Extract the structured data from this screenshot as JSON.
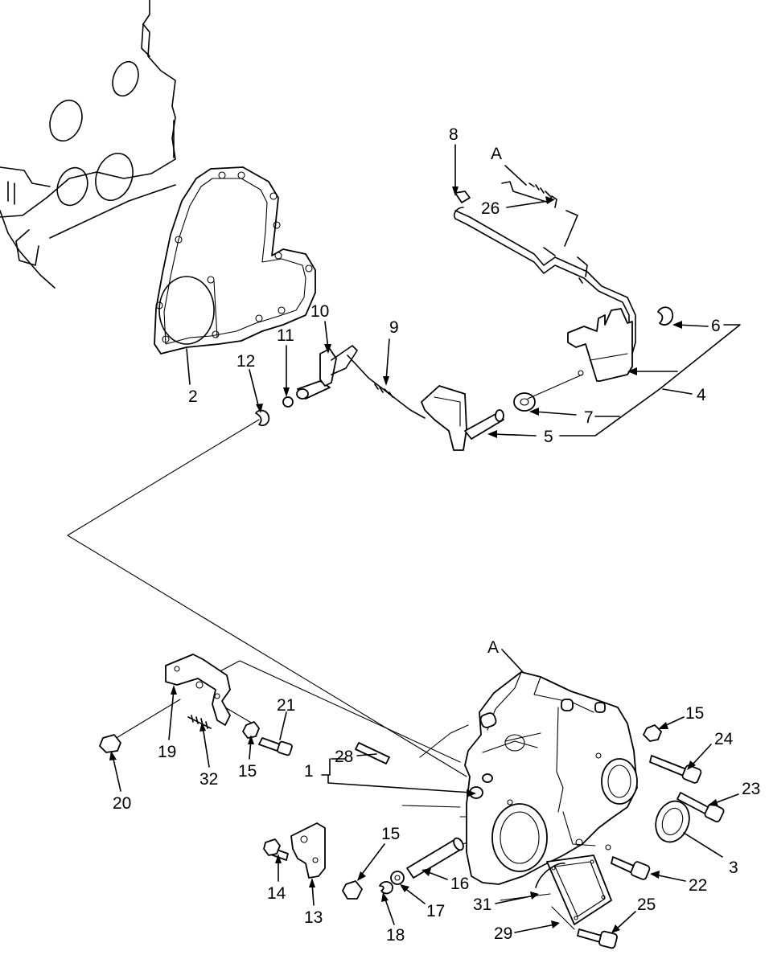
{
  "callouts": [
    {
      "id": "A_top",
      "text": "A"
    },
    {
      "id": "A_bottom",
      "text": "A"
    },
    {
      "id": "1",
      "text": "1"
    },
    {
      "id": "2",
      "text": "2"
    },
    {
      "id": "3",
      "text": "3"
    },
    {
      "id": "4",
      "text": "4"
    },
    {
      "id": "5",
      "text": "5"
    },
    {
      "id": "6",
      "text": "6"
    },
    {
      "id": "7",
      "text": "7"
    },
    {
      "id": "8",
      "text": "8"
    },
    {
      "id": "9",
      "text": "9"
    },
    {
      "id": "10",
      "text": "10"
    },
    {
      "id": "11",
      "text": "11"
    },
    {
      "id": "12",
      "text": "12"
    },
    {
      "id": "13",
      "text": "13"
    },
    {
      "id": "14",
      "text": "14"
    },
    {
      "id": "15a",
      "text": "15"
    },
    {
      "id": "15b",
      "text": "15"
    },
    {
      "id": "15c",
      "text": "15"
    },
    {
      "id": "16",
      "text": "16"
    },
    {
      "id": "17",
      "text": "17"
    },
    {
      "id": "18",
      "text": "18"
    },
    {
      "id": "19",
      "text": "19"
    },
    {
      "id": "20",
      "text": "20"
    },
    {
      "id": "21",
      "text": "21"
    },
    {
      "id": "22",
      "text": "22"
    },
    {
      "id": "23",
      "text": "23"
    },
    {
      "id": "24",
      "text": "24"
    },
    {
      "id": "25",
      "text": "25"
    },
    {
      "id": "26",
      "text": "26"
    },
    {
      "id": "28",
      "text": "28"
    },
    {
      "id": "29",
      "text": "29"
    },
    {
      "id": "31",
      "text": "31"
    },
    {
      "id": "32",
      "text": "32"
    }
  ]
}
